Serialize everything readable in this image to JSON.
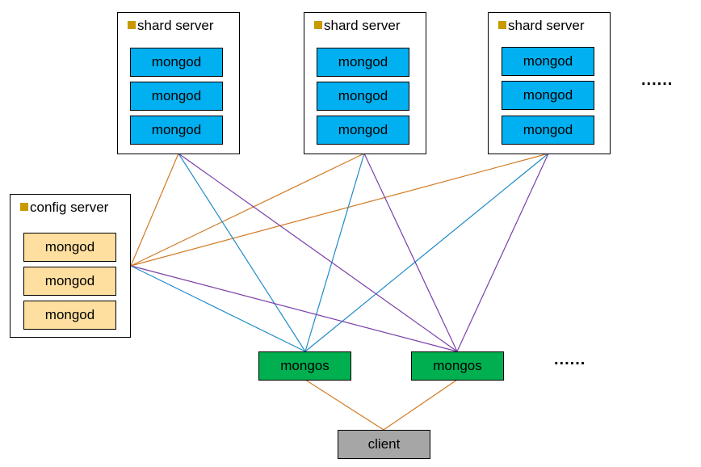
{
  "colors": {
    "shard_mongod_fill": "#00b0f0",
    "config_mongod_fill": "#ffdf9f",
    "mongos_fill": "#00b050",
    "client_fill": "#a6a6a6",
    "bullet": "#c89a00",
    "orange_line": "#d17a23",
    "blue_line": "#1f8bc8",
    "purple_line": "#7b3fa8"
  },
  "shards": [
    {
      "title": "shard server",
      "members": [
        "mongod",
        "mongod",
        "mongod"
      ]
    },
    {
      "title": "shard server",
      "members": [
        "mongod",
        "mongod",
        "mongod"
      ]
    },
    {
      "title": "shard server",
      "members": [
        "mongod",
        "mongod",
        "mongod"
      ]
    }
  ],
  "shard_ellipsis": "......",
  "config": {
    "title": "config server",
    "members": [
      "mongod",
      "mongod",
      "mongod"
    ]
  },
  "routers": [
    "mongos",
    "mongos"
  ],
  "router_ellipsis": "......",
  "client": "client"
}
